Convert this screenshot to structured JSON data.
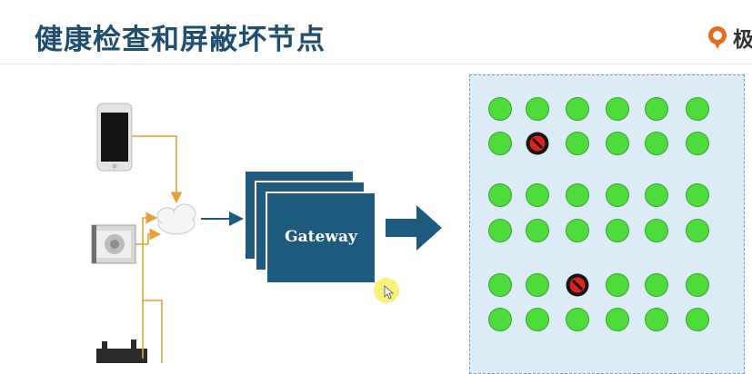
{
  "slide": {
    "title": "健康检查和屏蔽坏节点",
    "logo_text": "极"
  },
  "gateway": {
    "label": "Gateway"
  },
  "devices": [
    "phone-icon",
    "server-icon",
    "router-icon"
  ],
  "colors": {
    "title": "#1f4e6e",
    "gateway": "#1e5a7e",
    "arrow_orange": "#e8a13a",
    "node_green": "#4ddc3c",
    "node_blocked": "#e0201a",
    "cluster_bg": "#dcecf6",
    "cursor_highlight": "#f7f06a"
  },
  "cluster": {
    "rows": [
      [
        "healthy",
        "healthy",
        "healthy",
        "healthy",
        "healthy",
        "healthy"
      ],
      [
        "healthy",
        "blocked",
        "healthy",
        "healthy",
        "healthy",
        "healthy"
      ],
      [
        "healthy",
        "healthy",
        "healthy",
        "healthy",
        "healthy",
        "healthy"
      ],
      [
        "healthy",
        "healthy",
        "healthy",
        "healthy",
        "healthy",
        "healthy"
      ],
      [
        "healthy",
        "healthy",
        "blocked",
        "healthy",
        "healthy",
        "healthy"
      ],
      [
        "healthy",
        "healthy",
        "healthy",
        "healthy",
        "healthy",
        "healthy"
      ]
    ]
  }
}
